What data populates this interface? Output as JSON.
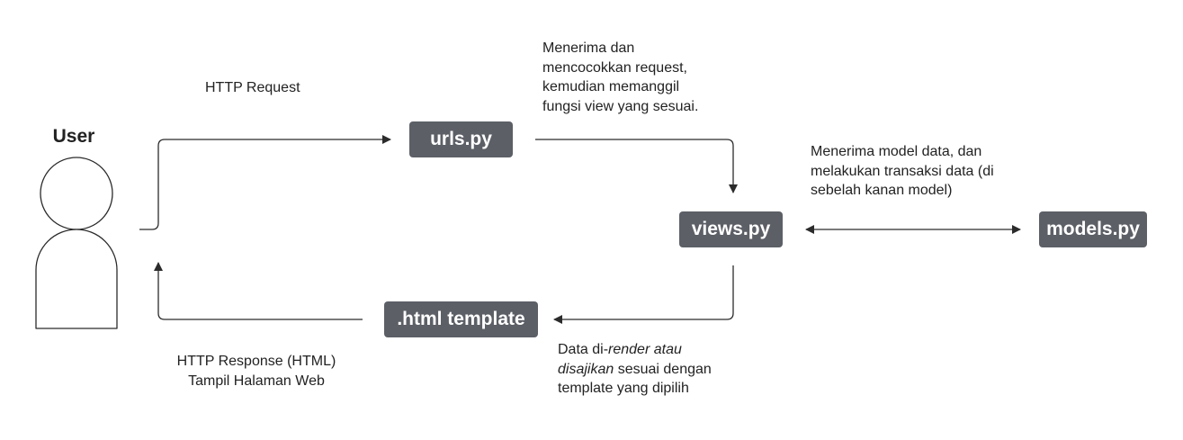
{
  "user": {
    "label": "User"
  },
  "nodes": {
    "urls": "urls.py",
    "views": "views.py",
    "models": "models.py",
    "template": ".html template"
  },
  "notes": {
    "http_request": "HTTP Request",
    "urls_note": [
      "Menerima dan",
      "mencocokkan request,",
      "kemudian memanggil",
      "fungsi view yang sesuai."
    ],
    "models_note": [
      "Menerima model data, dan",
      "melakukan transaksi data (di",
      "sebelah kanan model)"
    ],
    "render_note": {
      "line1_prefix": "Data di-",
      "line1_italic": "render atau",
      "line2_italic": "disajikan",
      "line2_suffix": " sesuai dengan",
      "line3": "template yang dipilih"
    },
    "http_response": [
      "HTTP Response (HTML)",
      "Tampil Halaman Web"
    ]
  },
  "colors": {
    "node_fill": "#5c5f66",
    "node_text": "#ffffff",
    "line": "#2b2b2b"
  }
}
